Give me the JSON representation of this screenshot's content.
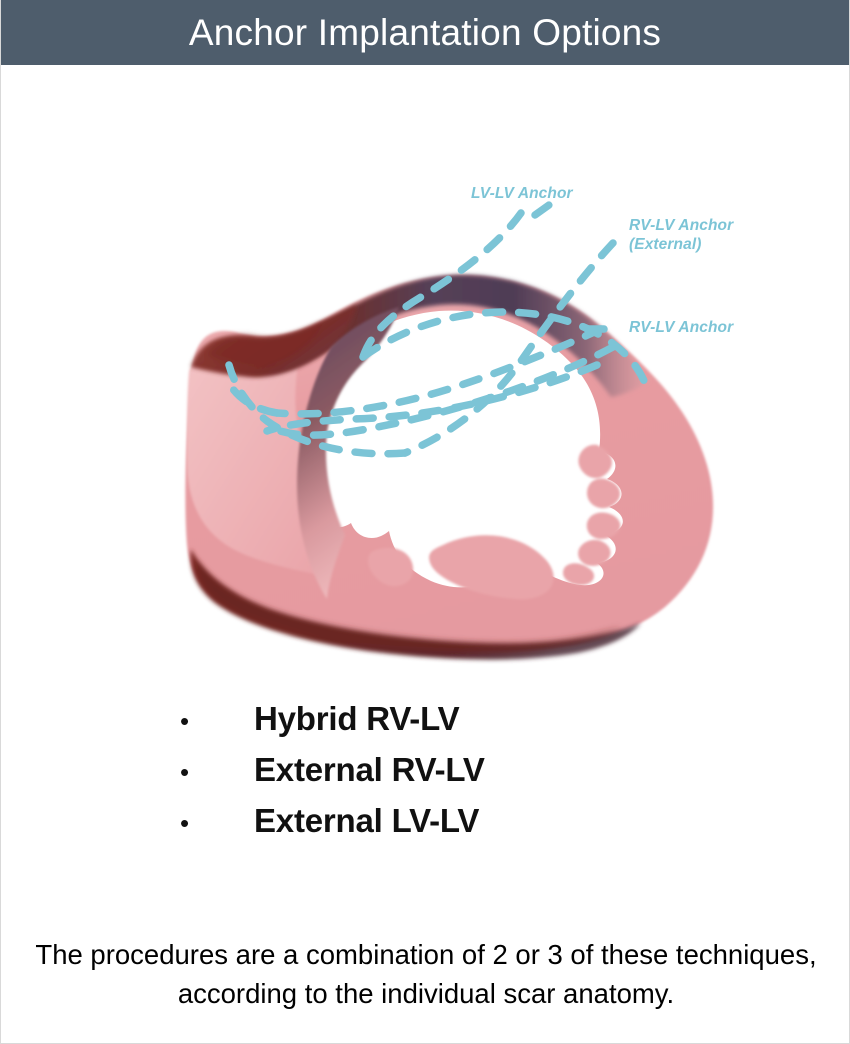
{
  "header": {
    "title": "Anchor Implantation Options",
    "background_color": "#4e5d6c",
    "text_color": "#ffffff"
  },
  "figure": {
    "name": "cardiac-cross-section-anchor-diagram",
    "description": "Left ventricle short-axis style cross-section showing myocardium, infarct scar and dashed anchor trajectories",
    "colors": {
      "myocardium_pink": "#e8a0a4",
      "myocardium_pink_light": "#f0bcbe",
      "scar_maroon": "#7b2b28",
      "scar_purple": "#55415a",
      "anchor_dash": "#7cc4d6",
      "cavity": "#ffffff"
    },
    "annotations": [
      {
        "id": "lv-lv",
        "label": "LV-LV Anchor"
      },
      {
        "id": "rv-lv-external",
        "label": "RV-LV Anchor\n(External)"
      },
      {
        "id": "rv-lv",
        "label": "RV-LV Anchor"
      }
    ]
  },
  "bullets": {
    "marker": "•",
    "items": [
      {
        "label": "Hybrid RV-LV"
      },
      {
        "label": "External RV-LV"
      },
      {
        "label": "External LV-LV"
      }
    ]
  },
  "caption": {
    "text": "The procedures are a combination of 2 or 3 of these techniques, according to the individual scar anatomy."
  }
}
